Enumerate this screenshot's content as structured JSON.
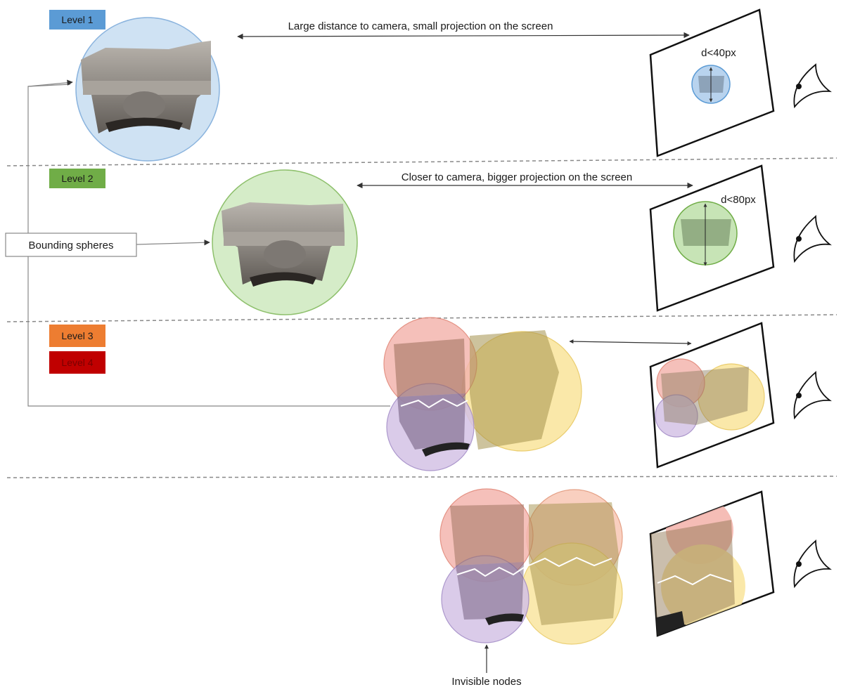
{
  "levels": {
    "level1": "Level 1",
    "level2": "Level 2",
    "level3": "Level 3",
    "level4": "Level 4"
  },
  "annotations": {
    "far": "Large distance to camera, small projection on the screen",
    "closer": "Closer to camera, bigger projection on the screen",
    "d1": "d<40px",
    "d2": "d<80px",
    "bounding": "Bounding spheres",
    "invisible": "Invisible nodes"
  },
  "colors": {
    "level1": "#5b9bd5",
    "level2": "#70ad47",
    "level3": "#ed7d31",
    "level4": "#c00000",
    "sphere_blue": "#cfe2f3",
    "sphere_green": "#d5ecc8",
    "sphere_red": "#f4b6ae",
    "sphere_yellow": "#fae6a0",
    "sphere_purple": "#d4c2e6"
  }
}
